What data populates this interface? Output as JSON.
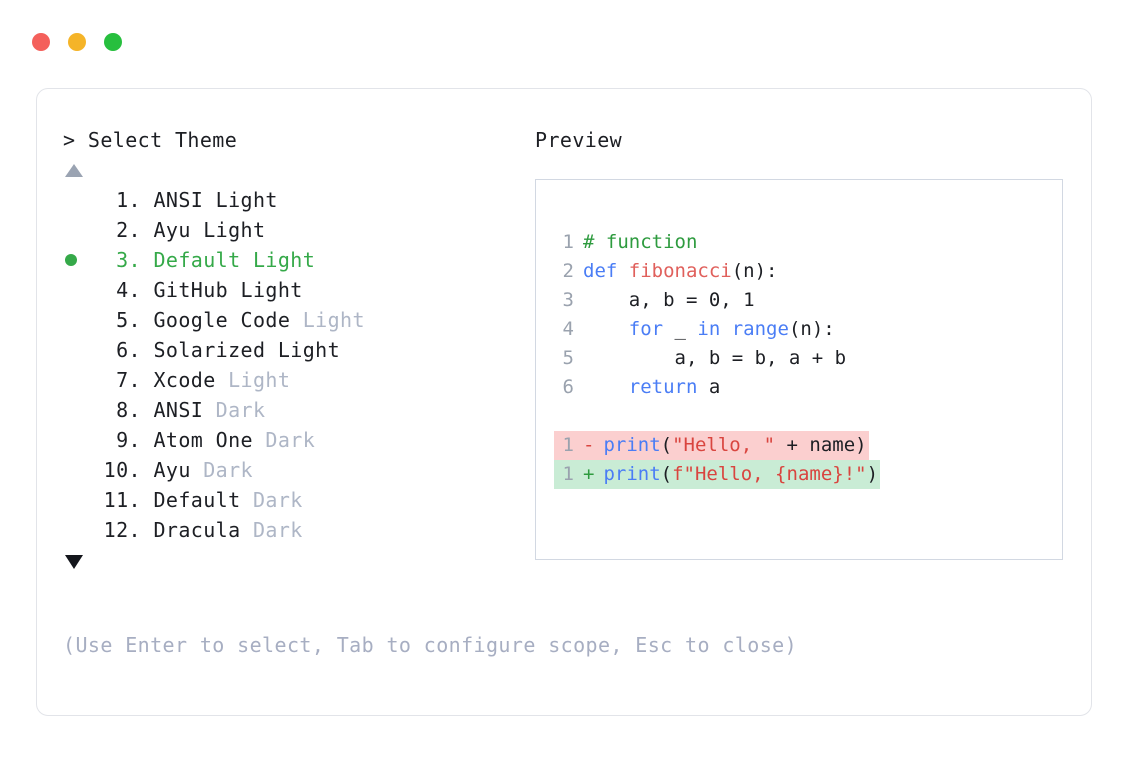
{
  "titlebar": {
    "dots": [
      {
        "name": "close-button",
        "color": "#f4605b"
      },
      {
        "name": "minimize-button",
        "color": "#f5b428"
      },
      {
        "name": "maximize-button",
        "color": "#27bf3e"
      }
    ]
  },
  "selector": {
    "prompt": "> Select Theme",
    "scroll_up_icon": "triangle-up",
    "scroll_down_icon": "triangle-down",
    "selected_index": 3,
    "selected_color": "#35a949",
    "dim_color": "#aeb6c6",
    "items": [
      {
        "num": " 1.",
        "name": "ANSI",
        "suffix": " Light",
        "dim": false,
        "selected": false,
        "bullet": false
      },
      {
        "num": " 2.",
        "name": "Ayu",
        "suffix": " Light",
        "dim": false,
        "selected": false,
        "bullet": false
      },
      {
        "num": " 3.",
        "name": "Default",
        "suffix": " Light",
        "dim": false,
        "selected": true,
        "bullet": true
      },
      {
        "num": " 4.",
        "name": "GitHub",
        "suffix": " Light",
        "dim": false,
        "selected": false,
        "bullet": false
      },
      {
        "num": " 5.",
        "name": "Google Code",
        "suffix": " Light",
        "dim": true,
        "selected": false,
        "bullet": false
      },
      {
        "num": " 6.",
        "name": "Solarized",
        "suffix": " Light",
        "dim": false,
        "selected": false,
        "bullet": false
      },
      {
        "num": " 7.",
        "name": "Xcode",
        "suffix": " Light",
        "dim": true,
        "selected": false,
        "bullet": false
      },
      {
        "num": " 8.",
        "name": "ANSI",
        "suffix": " Dark",
        "dim": true,
        "selected": false,
        "bullet": false
      },
      {
        "num": " 9.",
        "name": "Atom One",
        "suffix": " Dark",
        "dim": true,
        "selected": false,
        "bullet": false
      },
      {
        "num": "10.",
        "name": "Ayu",
        "suffix": " Dark",
        "dim": true,
        "selected": false,
        "bullet": false
      },
      {
        "num": "11.",
        "name": "Default",
        "suffix": " Dark",
        "dim": true,
        "selected": false,
        "bullet": false
      },
      {
        "num": "12.",
        "name": "Dracula",
        "suffix": " Dark",
        "dim": true,
        "selected": false,
        "bullet": false
      }
    ]
  },
  "hint": "(Use Enter to select, Tab to configure scope, Esc to close)",
  "preview": {
    "title": "Preview",
    "code_lines": [
      {
        "ln": "1",
        "tokens": [
          {
            "t": "# function",
            "c": "tok-comment"
          }
        ]
      },
      {
        "ln": "2",
        "tokens": [
          {
            "t": "def ",
            "c": "tok-kw"
          },
          {
            "t": "fibonacci",
            "c": "tok-fn"
          },
          {
            "t": "(n):",
            "c": "tok-plain"
          }
        ]
      },
      {
        "ln": "3",
        "tokens": [
          {
            "t": "    a, b = 0, 1",
            "c": "tok-plain"
          }
        ]
      },
      {
        "ln": "4",
        "tokens": [
          {
            "t": "    ",
            "c": "tok-plain"
          },
          {
            "t": "for",
            "c": "tok-kw"
          },
          {
            "t": " _ ",
            "c": "tok-plain"
          },
          {
            "t": "in range",
            "c": "tok-kw"
          },
          {
            "t": "(n):",
            "c": "tok-plain"
          }
        ]
      },
      {
        "ln": "5",
        "tokens": [
          {
            "t": "        a, b = b, a + b",
            "c": "tok-plain"
          }
        ]
      },
      {
        "ln": "6",
        "tokens": [
          {
            "t": "    ",
            "c": "tok-plain"
          },
          {
            "t": "return",
            "c": "tok-kw"
          },
          {
            "t": " a",
            "c": "tok-plain"
          }
        ]
      }
    ],
    "diff_lines": [
      {
        "ln": "1",
        "mark": "-",
        "kind": "removed",
        "tokens": [
          {
            "t": "print",
            "c": "tok-builtin"
          },
          {
            "t": "(",
            "c": "tok-plain"
          },
          {
            "t": "\"Hello, \"",
            "c": "tok-str"
          },
          {
            "t": " + name)",
            "c": "tok-plain"
          }
        ]
      },
      {
        "ln": "1",
        "mark": "+",
        "kind": "added",
        "tokens": [
          {
            "t": "print",
            "c": "tok-builtin"
          },
          {
            "t": "(",
            "c": "tok-plain"
          },
          {
            "t": "f\"Hello, {name}!\"",
            "c": "tok-str"
          },
          {
            "t": ")",
            "c": "tok-plain"
          }
        ]
      }
    ],
    "removed_bg": "#fbcfcf",
    "added_bg": "#c9ecd5"
  }
}
